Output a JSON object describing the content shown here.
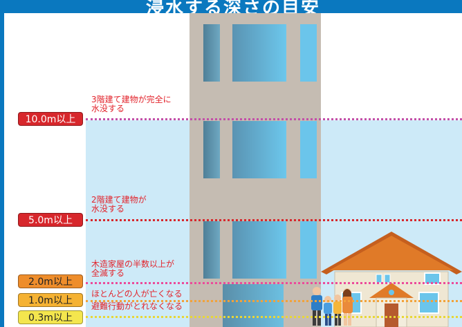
{
  "title": "浸水する深さの目安",
  "levels": [
    {
      "label": "10.0m以上",
      "desc": [
        "3階建て建物が完全に",
        "水没する"
      ],
      "color": "#d7272c",
      "text_color": "#ffffff",
      "line_color": "#c24fa8"
    },
    {
      "label": "5.0m以上",
      "desc": [
        "2階建て建物が",
        "水没する"
      ],
      "color": "#d7272c",
      "text_color": "#ffffff",
      "line_color": "#d7272c"
    },
    {
      "label": "2.0m以上",
      "desc": [
        "木造家屋の半数以上が",
        "全滅する"
      ],
      "color": "#ee8d2b",
      "text_color": "#222222",
      "line_color": "#ec4a9a"
    },
    {
      "label": "1.0m以上",
      "desc": [
        "ほとんどの人が亡くなる"
      ],
      "color": "#f5b233",
      "text_color": "#222222",
      "line_color": "#f2a23a"
    },
    {
      "label": "0.3m以上",
      "desc": [
        "避難行動がとれなくなる"
      ],
      "color": "#f4e64e",
      "text_color": "#222222",
      "line_color": "#e8d736"
    }
  ],
  "colors": {
    "frame": "#0a78bf",
    "water": "#cdeaf8",
    "building": "#c5bcb2",
    "window_dark": "#5b8fa8",
    "window_light": "#6bc5eb",
    "roof": "#e07a28",
    "house_wall": "#efe7d3"
  }
}
